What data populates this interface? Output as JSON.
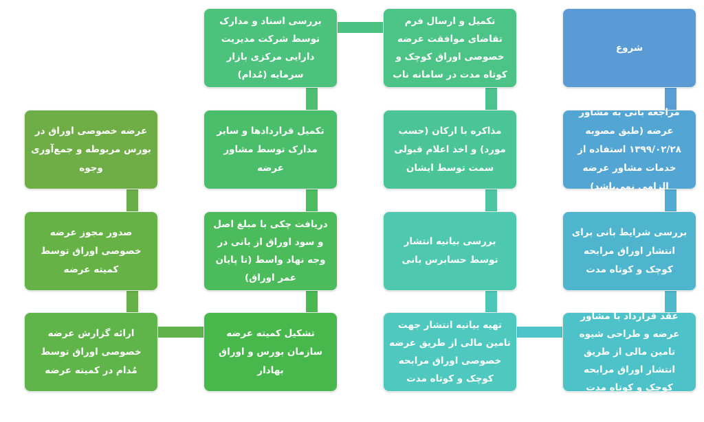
{
  "colors": {
    "blue": "#5b9bd5",
    "teal": "#4ec5c6",
    "green": "#4bbf5a",
    "olive": "#70ad47"
  },
  "steps": [
    {
      "id": 1,
      "text": "شروع"
    },
    {
      "id": 2,
      "text": "مراجعه بانی به مشاور عرضه (طبق مصوبه ۱۳۹۹/۰۲/۲۸ استفاده از خدمات مشاور عرضه الزامی نمی‌باشد)"
    },
    {
      "id": 3,
      "text": "بررسی شرایط بانی برای انتشار اوراق مرابحه کوچک و کوتاه مدت"
    },
    {
      "id": 4,
      "text": "عقد قرارداد با مشاور عرضه و طراحی شیوه تامین مالی از طریق انتشار اوراق مرابحه کوچک و کوتاه مدت"
    },
    {
      "id": 5,
      "text": "تهیه بیانیه انتشار جهت تامین مالی از طریق عرضه خصوصی اوراق مرابحه کوچک و کوتاه مدت"
    },
    {
      "id": 6,
      "text": "بررسی بیانیه انتشار توسط حسابرس بانی"
    },
    {
      "id": 7,
      "text": "مذاکره با ارکان (حسب مورد) و اخذ اعلام قبولی سمت توسط ایشان"
    },
    {
      "id": 8,
      "text": "تکمیل و ارسال فرم تقاضای موافقت عرضه خصوصی اوراق کوچک و کوتاه مدت در سامانه ناب"
    },
    {
      "id": 9,
      "text": "بررسی اسناد و مدارک توسط شرکت مدیریت دارایی مرکزی بازار سرمایه (مُدام)"
    },
    {
      "id": 10,
      "text": "تکمیل قراردادها و سایر مدارک توسط مشاور عرضه"
    },
    {
      "id": 11,
      "text": "دریافت چکی با مبلغ اصل و سود اوراق از بانی در وجه نهاد واسط (تا پایان عمر اوراق)"
    },
    {
      "id": 12,
      "text": "تشکیل کمیته عرضه سازمان بورس و اوراق بهادار"
    },
    {
      "id": 13,
      "text": "ارائه گزارش عرضه خصوصی اوراق توسط مُدام در کمیته عرضه"
    },
    {
      "id": 14,
      "text": "صدور مجوز عرضه خصوصی اوراق توسط کمیته عرضه"
    },
    {
      "id": 15,
      "text": "عرضه خصوصی اوراق در بورس مربوطه و جمع‌آوری وجوه"
    }
  ]
}
